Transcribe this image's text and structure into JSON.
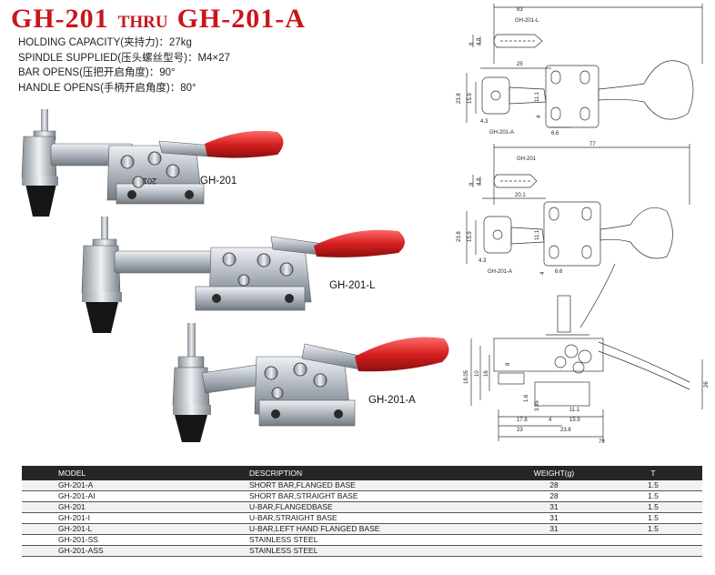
{
  "header": {
    "title_part1": "GH-201",
    "title_thru": "THRU",
    "title_part2": "GH-201-A"
  },
  "specs": [
    "HOLDING CAPACITY(夹持力)：27kg",
    "SPINDLE SUPPLIED(压头螺丝型号)：M4×27",
    "BAR OPENS(压把开启角度)：90°",
    "HANDLE OPENS(手柄开启角度)：80°"
  ],
  "photos": {
    "labels": [
      "GH-201",
      "GH-201-L",
      "GH-201-A"
    ],
    "stamp": "201"
  },
  "drawing": {
    "top": {
      "callout": "GH-201-L",
      "overall": "83",
      "slot": "25",
      "w1": "8",
      "w2": "4.8",
      "h1": "23.8",
      "h2": "15.9",
      "h3": "11.1",
      "base": "6.6",
      "hole": "4.3",
      "gap": "4",
      "model": "GH-201-A"
    },
    "middle": {
      "callout": "GH-201",
      "overall": "77",
      "slot": "20.1",
      "w1": "8",
      "w2": "4.8",
      "h1": "23.8",
      "h2": "15.9",
      "h3": "11.1",
      "hole": "4.3",
      "gap": "4",
      "base": "6.6",
      "model": "GH-201-A"
    },
    "side": {
      "d1": "18.05",
      "d2": "10",
      "d3": "16",
      "d4": "8",
      "d5": "1.6",
      "d6": "3.95",
      "d7": "11.1",
      "d8": "15.9",
      "d9": "17.8",
      "d10": "4",
      "d11": "23.8",
      "d12": "23",
      "d13": "79",
      "d14": "26"
    }
  },
  "table": {
    "headers": [
      "MODEL",
      "DESCRIPTION",
      "WEIGHT(g)",
      "T"
    ],
    "rows": [
      [
        "GH-201-A",
        "SHORT BAR,FLANGED BASE",
        "28",
        "1.5"
      ],
      [
        "GH-201-AI",
        "SHORT BAR,STRAIGHT BASE",
        "28",
        "1.5"
      ],
      [
        "GH-201",
        "U-BAR,FLANGEDBASE",
        "31",
        "1.5"
      ],
      [
        "GH-201-I",
        "U-BAR,STRAIGHT BASE",
        "31",
        "1.5"
      ],
      [
        "GH-201-L",
        "U-BAR,LEFT HAND FLANGED BASE",
        "31",
        "1.5"
      ],
      [
        "GH-201-SS",
        "STAINLESS STEEL",
        "",
        ""
      ],
      [
        "GH-201-ASS",
        "STAINLESS STEEL",
        "",
        ""
      ]
    ]
  },
  "colors": {
    "title_red": "#c8161d",
    "handle_red": "#d62020",
    "steel": "#b9bfc6",
    "rubber": "#161616",
    "table_header": "#262626"
  }
}
